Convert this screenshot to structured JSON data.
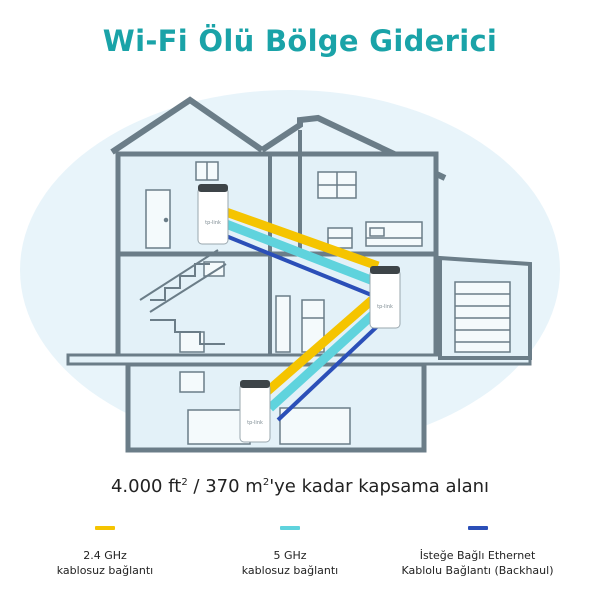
{
  "title": "Wi-Fi Ölü Bölge Giderici",
  "coverage": {
    "before": "4.000 ft",
    "sup1": "2",
    "middle": " / 370 m",
    "sup2": "2",
    "after": "'ye kadar kapsama alanı"
  },
  "device_brand": "tp-link",
  "legend": [
    {
      "line1": "2.4 GHz",
      "line2": "kablosuz bağlantı",
      "color": "#f5c400"
    },
    {
      "line1": "5 GHz",
      "line2": "kablosuz bağlantı",
      "color": "#5fd3dd"
    },
    {
      "line1": "İsteğe Bağlı Ethernet",
      "line2": "Kablolu Bağlantı (Backhaul)",
      "color": "#2b4fb8"
    }
  ],
  "colors": {
    "accent": "#1aa3a8",
    "wall": "#6b7d88",
    "interior": "#e3f1f8",
    "band_24": "#f5c400",
    "band_5": "#5fd3dd",
    "band_eth": "#2b4fb8"
  },
  "icons": [
    "mesh-router-icon",
    "window-icon",
    "door-icon",
    "bed-icon",
    "sofa-icon",
    "fridge-icon",
    "stairs-icon",
    "garage-door-icon"
  ]
}
